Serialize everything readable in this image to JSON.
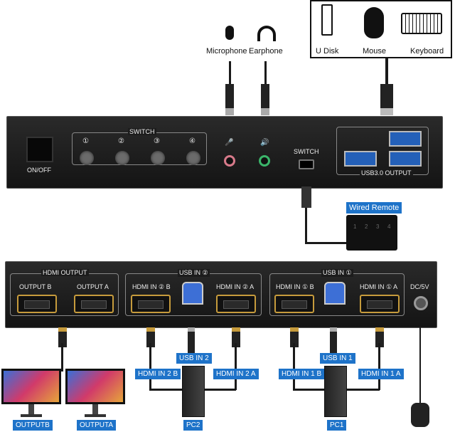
{
  "peripherals": {
    "udisk": "U Disk",
    "mouse": "Mouse",
    "keyboard": "Keyboard",
    "microphone": "Microphone",
    "earphone": "Earphone"
  },
  "front_panel": {
    "on_off": "ON/OFF",
    "switch_title": "SWITCH",
    "buttons": [
      "①",
      "②",
      "③",
      "④"
    ],
    "mic_symbol": "🎤",
    "speaker_symbol": "🔊",
    "remote_switch": "SWITCH",
    "usb_output": "USB3.0 OUTPUT"
  },
  "remote": {
    "label": "Wired Remote",
    "keys": [
      "1",
      "2",
      "3",
      "4"
    ]
  },
  "back_panel": {
    "hdmi_output": "HDMI OUTPUT",
    "output_b": "OUTPUT B",
    "output_a": "OUTPUT A",
    "usb_in_2": "USB IN ②",
    "hdmi_in_2b": "HDMI IN ② B",
    "hdmi_in_2a": "HDMI IN ② A",
    "usb_in_1": "USB IN ①",
    "hdmi_in_1b": "HDMI IN ① B",
    "hdmi_in_1a": "HDMI IN ① A",
    "dc": "DC/5V"
  },
  "tags": {
    "usb2": "USB IN 2",
    "usb1": "USB IN 1",
    "hdmi2b": "HDMI IN 2 B",
    "hdmi2a": "HDMI IN 2 A",
    "hdmi1b": "HDMI IN 1 B",
    "hdmi1a": "HDMI IN 1 A"
  },
  "bottom": {
    "outputb": "OUTPUTB",
    "outputa": "OUTPUTA",
    "pc2": "PC2",
    "pc1": "PC1"
  },
  "colors": {
    "accent": "#1e73c9",
    "gold": "#c69b3c",
    "usb_blue": "#2460b8",
    "mic_pink": "#d77a8a",
    "audio_green": "#3bb56a"
  }
}
